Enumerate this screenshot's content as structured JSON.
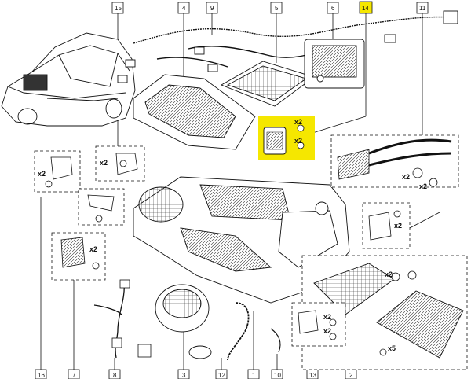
{
  "diagram": {
    "callouts": [
      {
        "id": "c15",
        "text": "15"
      },
      {
        "id": "c4",
        "text": "4"
      },
      {
        "id": "c9",
        "text": "9"
      },
      {
        "id": "c5",
        "text": "5"
      },
      {
        "id": "c6",
        "text": "6"
      },
      {
        "id": "c14",
        "text": "14",
        "highlight": true
      },
      {
        "id": "c11",
        "text": "11"
      },
      {
        "id": "c16",
        "text": "16"
      },
      {
        "id": "c7",
        "text": "7"
      },
      {
        "id": "c8",
        "text": "8"
      },
      {
        "id": "c3",
        "text": "3"
      },
      {
        "id": "c12",
        "text": "12"
      },
      {
        "id": "c1",
        "text": "1"
      },
      {
        "id": "c10",
        "text": "10"
      },
      {
        "id": "c13",
        "text": "13"
      },
      {
        "id": "c2",
        "text": "2"
      }
    ],
    "quantities": {
      "q15": "x2",
      "q16": "x2",
      "q14a": "x2",
      "q14b": "x2",
      "q11a": "x2",
      "q11b": "x2",
      "q7": "x2",
      "q13a": "x2",
      "q13b": "x2",
      "q_right": "x2",
      "q1": "x2",
      "q2": "x5"
    },
    "colors": {
      "highlight": "#f5e700",
      "line": "#111111",
      "panel": "#ffffff"
    }
  }
}
